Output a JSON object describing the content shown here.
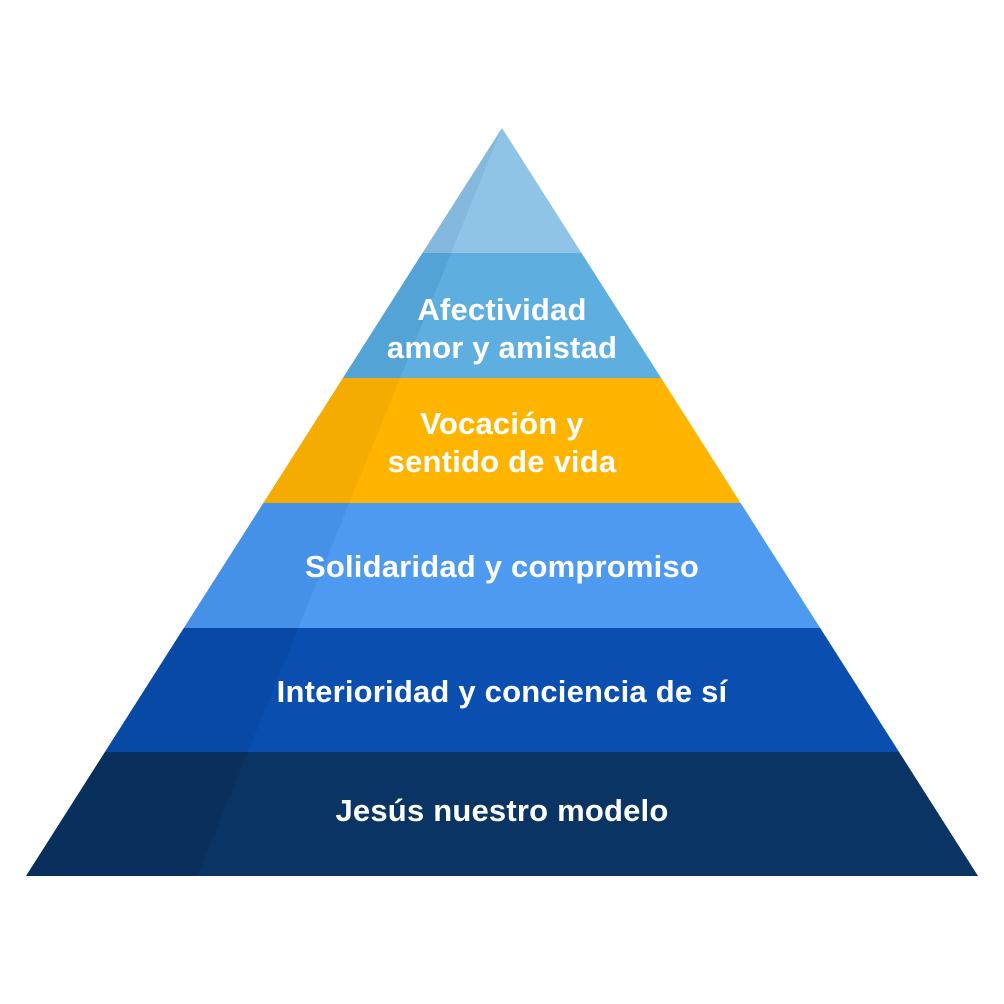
{
  "pyramid": {
    "levels": [
      {
        "id": "apex",
        "lines": [],
        "color": "#8FC4E6",
        "shade": "#6FA6CC"
      },
      {
        "id": "afectividad",
        "lines": [
          "Afectividad",
          "amor y amistad"
        ],
        "color": "#5EAEE0",
        "shade": "#3F8FC4"
      },
      {
        "id": "vocacion",
        "lines": [
          "Vocación y",
          "sentido de vida"
        ],
        "color": "#FFB400",
        "shade": "#E39E00"
      },
      {
        "id": "solidaridad",
        "lines": [
          "Solidaridad y compromiso"
        ],
        "color": "#4E9AF0",
        "shade": "#3682DA"
      },
      {
        "id": "interioridad",
        "lines": [
          "Interioridad y conciencia de sí"
        ],
        "color": "#0A4FB0",
        "shade": "#063F94"
      },
      {
        "id": "jesus",
        "lines": [
          "Jesús nuestro modelo"
        ],
        "color": "#0A3463",
        "shade": "#082A52"
      }
    ]
  }
}
